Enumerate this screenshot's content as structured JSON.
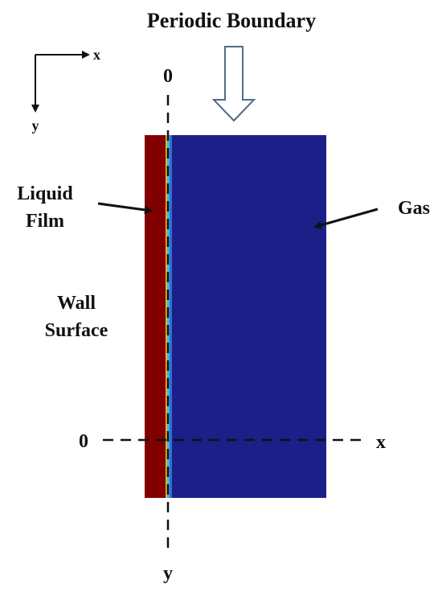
{
  "labels": {
    "title": "Periodic Boundary",
    "axis_x": "x",
    "axis_y": "y",
    "origin_top": "0",
    "origin_left": "0",
    "bottom_x": "x",
    "bottom_y": "y",
    "liquid_line1": "Liquid",
    "liquid_line2": "Film",
    "gas": "Gas",
    "wall_line1": "Wall",
    "wall_line2": "Surface"
  },
  "colors": {
    "gas": "#1c1f88",
    "liquid": "#800000",
    "interface_yellow": "#f2b01c",
    "interface_cyan": "#35b8e8",
    "interface_blue": "#2f6fd6",
    "text": "#111111",
    "arrow_outline": "#4e6b8c"
  }
}
